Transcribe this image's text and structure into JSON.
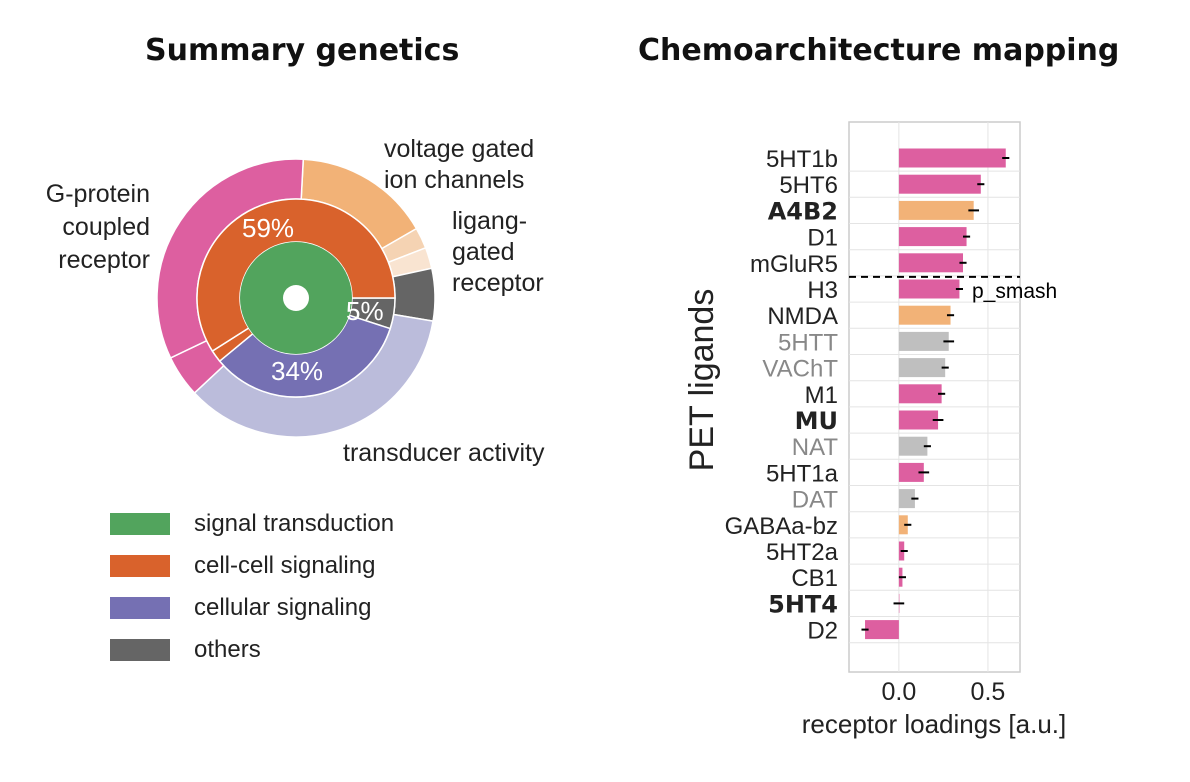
{
  "chart_data": [
    {
      "type": "pie",
      "title": "Summary genetics",
      "outer_ring": [
        {
          "label": "G-protein coupled receptor",
          "value": 27,
          "color": "#dd5fa0"
        },
        {
          "label": "voltage gated ion channels",
          "value": 13,
          "color": "#f2b277"
        },
        {
          "label": "ligang-gated receptor",
          "value": 2,
          "color": "#f5d3b3"
        },
        {
          "label": "",
          "value": 2,
          "color": "#f9e4d1"
        },
        {
          "label": "",
          "value": 5,
          "color": "#656565"
        },
        {
          "label": "transducer activity",
          "value": 29,
          "color": "#bbbcdb"
        },
        {
          "label": "",
          "value": 4,
          "color": "#dd5fa0"
        }
      ],
      "middle_ring": [
        {
          "category": "cell-cell signaling",
          "value": 59,
          "label": "59%",
          "color": "#d9622c"
        },
        {
          "category": "others",
          "value": 5,
          "label": "5%",
          "color": "#656565"
        },
        {
          "category": "cellular signaling",
          "value": 34,
          "label": "34%",
          "color": "#7570b3"
        },
        {
          "category": "cell-cell signaling",
          "value": 2,
          "label": "",
          "color": "#d9622c"
        }
      ],
      "inner_ring": [
        {
          "category": "signal transduction",
          "value": 100,
          "color": "#52a45d"
        }
      ],
      "legend": [
        {
          "label": "signal transduction",
          "color": "#52a45d"
        },
        {
          "label": "cell-cell signaling",
          "color": "#d9622c"
        },
        {
          "label": "cellular signaling",
          "color": "#7570b3"
        },
        {
          "label": "others",
          "color": "#656565"
        }
      ]
    },
    {
      "type": "bar",
      "orientation": "horizontal",
      "title": "Chemoarchitecture mapping",
      "xlabel": "receptor loadings [a.u.]",
      "ylabel": "PET ligands",
      "xlim": [
        -0.28,
        0.68
      ],
      "xticks": [
        "0.0",
        "0.5"
      ],
      "grid": true,
      "threshold_label": "p_smash",
      "categories": [
        "5HT1b",
        "5HT6",
        "A4B2",
        "D1",
        "mGluR5",
        "H3",
        "NMDA",
        "5HTT",
        "VAChT",
        "M1",
        "MU",
        "NAT",
        "5HT1a",
        "DAT",
        "GABAa-bz",
        "5HT2a",
        "CB1",
        "5HT4",
        "D2"
      ],
      "values": [
        0.6,
        0.46,
        0.42,
        0.38,
        0.36,
        0.34,
        0.29,
        0.28,
        0.26,
        0.24,
        0.22,
        0.16,
        0.14,
        0.09,
        0.05,
        0.03,
        0.02,
        0.0,
        -0.19
      ],
      "errors": [
        0.02,
        0.02,
        0.03,
        0.02,
        0.02,
        0.02,
        0.02,
        0.03,
        0.02,
        0.02,
        0.03,
        0.02,
        0.03,
        0.02,
        0.02,
        0.02,
        0.02,
        0.03,
        0.02
      ],
      "colors": [
        "#dd5fa0",
        "#dd5fa0",
        "#f2b277",
        "#dd5fa0",
        "#dd5fa0",
        "#dd5fa0",
        "#f2b277",
        "#bfbfbf",
        "#bfbfbf",
        "#dd5fa0",
        "#dd5fa0",
        "#bfbfbf",
        "#dd5fa0",
        "#bfbfbf",
        "#f2b277",
        "#dd5fa0",
        "#dd5fa0",
        "#dd5fa0",
        "#dd5fa0"
      ],
      "label_styles": [
        "normal",
        "normal",
        "bold",
        "normal",
        "normal",
        "normal",
        "normal",
        "grey",
        "grey",
        "normal",
        "bold",
        "grey",
        "normal",
        "grey",
        "normal",
        "normal",
        "normal",
        "bold",
        "normal"
      ]
    }
  ],
  "pie_labels": {
    "gpcr": [
      "G-protein",
      "coupled",
      "receptor"
    ],
    "voltage": [
      "voltage gated",
      "ion channels"
    ],
    "ligand": [
      "ligang-",
      "gated",
      "receptor"
    ],
    "transducer": "transducer activity"
  }
}
